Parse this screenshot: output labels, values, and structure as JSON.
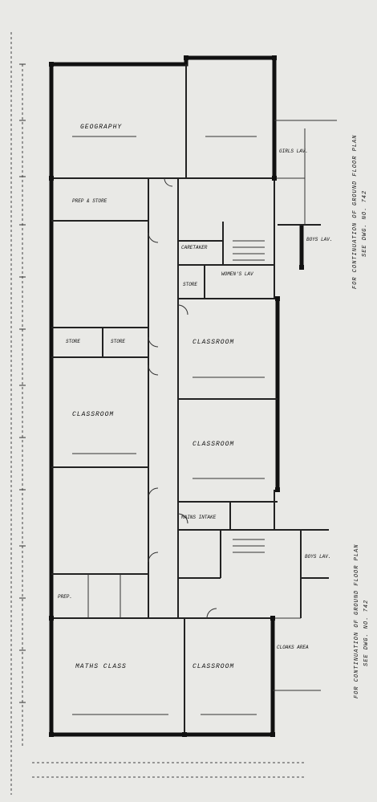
{
  "rooms": {
    "geography": "GEOGRAPHY",
    "prep_store": "PREP & STORE",
    "store_left": "STORE",
    "store_mid": "STORE",
    "classroom_left": "CLASSROOM",
    "classroom_r1": "CLASSROOM",
    "classroom_r2": "CLASSROOM",
    "caretaker": "CARETAKER",
    "womens_lav": "WOMEN'S LAV",
    "store_right": "STORE",
    "girls_lav": "GIRLS LAV.",
    "boys_lav_top": "BOYS LAV.",
    "mains_intake": "MAINS INTAKE",
    "boys_lav_bottom": "BOYS LAV.",
    "maths_class": "MATHS CLASS",
    "classroom_bottom": "CLASSROOM",
    "cloaks_area": "CLOAKS AREA",
    "prep": "PREP."
  },
  "notes": {
    "top_1": "FOR CONTINUATION OF GROUND FLOOR PLAN",
    "top_2": "SEE DWG. NO. 742",
    "bottom_1": "FOR CONTINUATION OF GROUND FLOOR PLAN",
    "bottom_2": "SEE DWG. NO. 742"
  }
}
